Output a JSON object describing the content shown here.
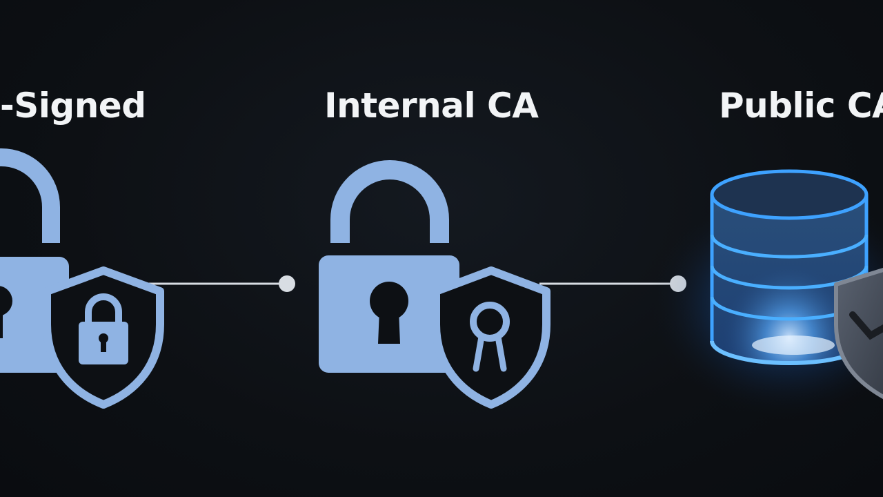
{
  "stages": [
    {
      "label": "-Signed",
      "icon": "lock-shield-icon"
    },
    {
      "label": "Internal CA",
      "icon": "keyhole-lock-shield-icon"
    },
    {
      "label": "Public CA",
      "icon": "database-shield-icon"
    }
  ],
  "colors": {
    "background": "#0d1014",
    "icon": "#8fb3e3",
    "text": "#f2f4f6",
    "connector": "#d8dde3",
    "glow": "#2f8cff"
  }
}
